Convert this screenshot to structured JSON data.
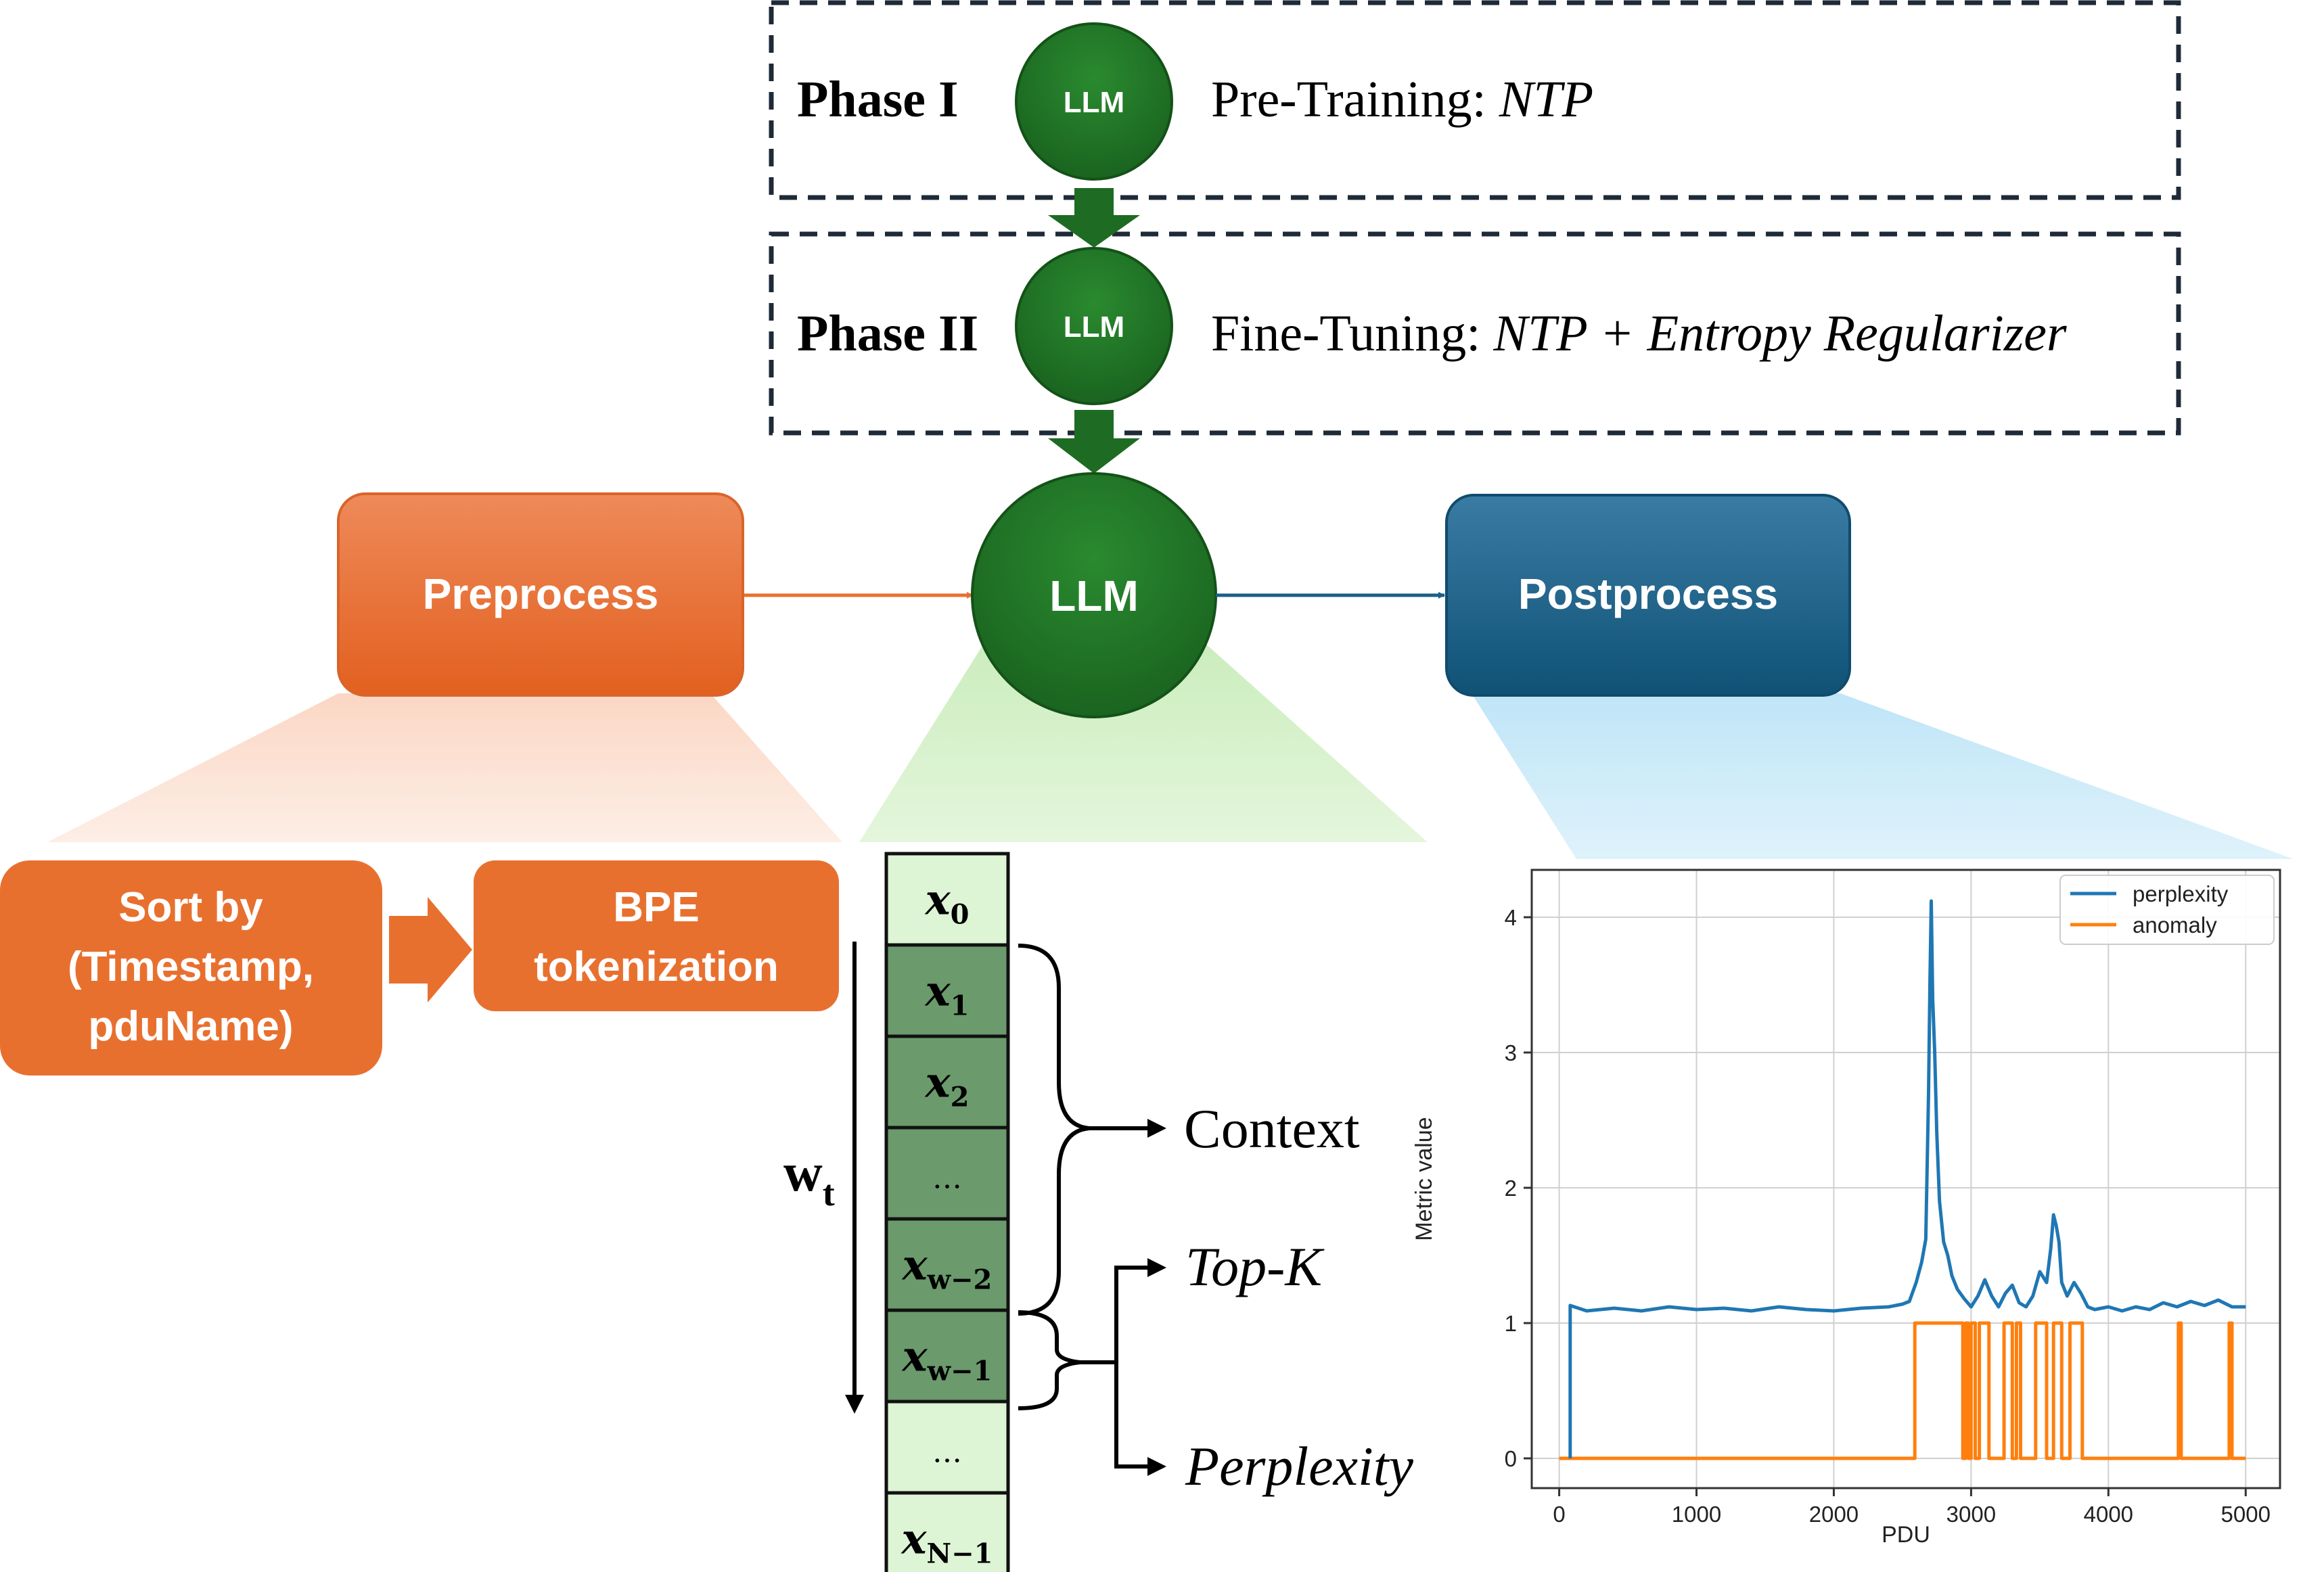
{
  "phases": [
    {
      "label": "Phase I",
      "badge": "LLM",
      "prefix": "Pre-Training: ",
      "objective": "NTP"
    },
    {
      "label": "Phase II",
      "badge": "LLM",
      "prefix": "Fine-Tuning: ",
      "objective": "NTP + Entropy Regularizer"
    }
  ],
  "pipeline": {
    "preprocess": "Preprocess",
    "llm": "LLM",
    "postprocess": "Postprocess"
  },
  "preprocess_steps": {
    "sort": [
      "Sort by",
      "(Timestamp,",
      "pduName)"
    ],
    "bpe": [
      "BPE",
      "tokenization"
    ]
  },
  "tokens": [
    {
      "base": "x",
      "sub": "0"
    },
    {
      "base": "x",
      "sub": "1"
    },
    {
      "base": "x",
      "sub": "2"
    },
    {
      "base": "…",
      "sub": ""
    },
    {
      "base": "x",
      "sub": "w−2"
    },
    {
      "base": "x",
      "sub": "w−1"
    },
    {
      "base": "…",
      "sub": ""
    },
    {
      "base": "x",
      "sub": "N−1"
    }
  ],
  "window_label": {
    "base": "w",
    "sub": "t"
  },
  "outputs": {
    "context": "Context",
    "topk": "Top-K",
    "perplexity": "Perplexity"
  },
  "colors": {
    "orange": "#e8702f",
    "green": "#1e6b23",
    "blue": "#1b5f86",
    "dark_token": "#6b9a6c",
    "light_token": "#ddf4d5",
    "fan_orange": "#fbe2d5",
    "fan_green": "#d5f0ca",
    "fan_blue": "#cdeaf8",
    "series_perplexity": "#1f77b4",
    "series_anomaly": "#ff7f0e"
  },
  "chart_data": {
    "type": "line",
    "xlabel": "PDU",
    "ylabel": "Metric value",
    "xlim": [
      -200,
      5250
    ],
    "ylim": [
      -0.22,
      4.35
    ],
    "xticks": [
      0,
      1000,
      2000,
      3000,
      4000,
      5000
    ],
    "yticks": [
      0,
      1,
      2,
      3,
      4
    ],
    "grid": true,
    "legend": "top-right",
    "series": [
      {
        "name": "perplexity",
        "points": [
          [
            80,
            0
          ],
          [
            80,
            1.13
          ],
          [
            200,
            1.09
          ],
          [
            400,
            1.11
          ],
          [
            600,
            1.09
          ],
          [
            800,
            1.12
          ],
          [
            1000,
            1.1
          ],
          [
            1200,
            1.11
          ],
          [
            1400,
            1.09
          ],
          [
            1600,
            1.12
          ],
          [
            1800,
            1.1
          ],
          [
            2000,
            1.09
          ],
          [
            2200,
            1.11
          ],
          [
            2400,
            1.12
          ],
          [
            2500,
            1.14
          ],
          [
            2550,
            1.16
          ],
          [
            2600,
            1.3
          ],
          [
            2640,
            1.45
          ],
          [
            2670,
            1.62
          ],
          [
            2690,
            2.7
          ],
          [
            2700,
            3.5
          ],
          [
            2710,
            4.12
          ],
          [
            2720,
            3.4
          ],
          [
            2735,
            3.0
          ],
          [
            2750,
            2.4
          ],
          [
            2770,
            1.9
          ],
          [
            2800,
            1.6
          ],
          [
            2830,
            1.5
          ],
          [
            2860,
            1.35
          ],
          [
            2900,
            1.25
          ],
          [
            2950,
            1.18
          ],
          [
            3000,
            1.12
          ],
          [
            3050,
            1.2
          ],
          [
            3100,
            1.32
          ],
          [
            3150,
            1.2
          ],
          [
            3200,
            1.12
          ],
          [
            3250,
            1.22
          ],
          [
            3300,
            1.28
          ],
          [
            3350,
            1.15
          ],
          [
            3400,
            1.12
          ],
          [
            3450,
            1.2
          ],
          [
            3500,
            1.38
          ],
          [
            3550,
            1.3
          ],
          [
            3580,
            1.55
          ],
          [
            3600,
            1.8
          ],
          [
            3620,
            1.72
          ],
          [
            3640,
            1.6
          ],
          [
            3660,
            1.3
          ],
          [
            3700,
            1.2
          ],
          [
            3750,
            1.3
          ],
          [
            3800,
            1.22
          ],
          [
            3850,
            1.12
          ],
          [
            3900,
            1.1
          ],
          [
            4000,
            1.12
          ],
          [
            4100,
            1.09
          ],
          [
            4200,
            1.12
          ],
          [
            4300,
            1.1
          ],
          [
            4400,
            1.15
          ],
          [
            4500,
            1.12
          ],
          [
            4600,
            1.16
          ],
          [
            4700,
            1.13
          ],
          [
            4800,
            1.17
          ],
          [
            4900,
            1.12
          ],
          [
            5000,
            1.12
          ]
        ]
      },
      {
        "name": "anomaly",
        "points": [
          [
            0,
            0
          ],
          [
            2590,
            0
          ],
          [
            2590,
            1
          ],
          [
            2940,
            1
          ],
          [
            2940,
            0
          ],
          [
            2960,
            0
          ],
          [
            2960,
            1
          ],
          [
            2980,
            1
          ],
          [
            2980,
            0
          ],
          [
            3000,
            0
          ],
          [
            3000,
            1
          ],
          [
            3030,
            1
          ],
          [
            3030,
            0
          ],
          [
            3060,
            0
          ],
          [
            3060,
            1
          ],
          [
            3130,
            1
          ],
          [
            3130,
            0
          ],
          [
            3240,
            0
          ],
          [
            3240,
            1
          ],
          [
            3300,
            1
          ],
          [
            3300,
            0
          ],
          [
            3330,
            0
          ],
          [
            3330,
            1
          ],
          [
            3360,
            1
          ],
          [
            3360,
            0
          ],
          [
            3470,
            0
          ],
          [
            3470,
            1
          ],
          [
            3550,
            1
          ],
          [
            3550,
            0
          ],
          [
            3600,
            0
          ],
          [
            3600,
            1
          ],
          [
            3660,
            1
          ],
          [
            3660,
            0
          ],
          [
            3720,
            0
          ],
          [
            3720,
            1
          ],
          [
            3810,
            1
          ],
          [
            3810,
            0
          ],
          [
            4510,
            0
          ],
          [
            4510,
            1
          ],
          [
            4530,
            1
          ],
          [
            4530,
            0
          ],
          [
            4880,
            0
          ],
          [
            4880,
            1
          ],
          [
            4900,
            1
          ],
          [
            4900,
            0
          ],
          [
            5000,
            0
          ]
        ]
      }
    ]
  }
}
